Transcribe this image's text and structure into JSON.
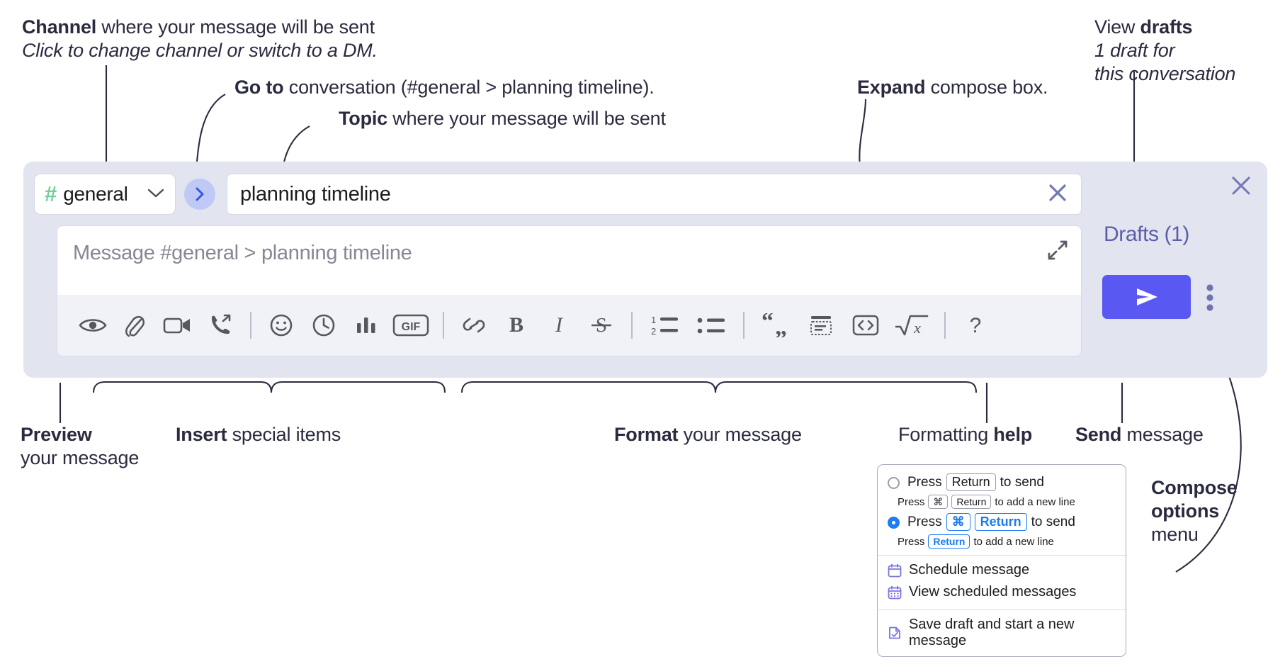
{
  "annotations": {
    "channel": {
      "bold": "Channel",
      "rest": " where your message will be sent",
      "italic": "Click to change channel or switch to a DM."
    },
    "goto": {
      "bold": "Go to",
      "rest": " conversation (#general > planning timeline)."
    },
    "topic": {
      "bold": "Topic",
      "rest": " where your message will be sent"
    },
    "expand": {
      "bold": "Expand",
      "rest": " compose box."
    },
    "drafts": {
      "pre": "View ",
      "bold": "drafts",
      "italic1": "1 draft for",
      "italic2": "this conversation"
    },
    "preview": {
      "bold": "Preview",
      "line2": "your message"
    },
    "insert": {
      "bold": "Insert",
      "rest": " special items"
    },
    "format": {
      "bold": "Format",
      "rest": " your message"
    },
    "help": {
      "pre": "Formatting ",
      "bold": "help"
    },
    "send": {
      "bold": "Send",
      "rest": " message"
    },
    "compose_options": {
      "bold1": "Compose",
      "bold2": "options",
      "line3": "menu"
    }
  },
  "compose": {
    "channel_pill": {
      "hash": "#",
      "name": "general",
      "chevron_icon": "chevron-down-icon"
    },
    "goto_button": {
      "icon": "chevron-right-icon"
    },
    "topic_field": {
      "value": "planning timeline",
      "clear_icon": "close-x-icon"
    },
    "message_input": {
      "placeholder": "Message #general > planning timeline",
      "value": ""
    },
    "expand_icon": "expand-diagonal-icon",
    "toolbar": [
      {
        "name": "preview-icon",
        "label": "Preview"
      },
      {
        "name": "attachment-paperclip-icon",
        "label": "Attach file"
      },
      {
        "name": "video-camera-icon",
        "label": "Video"
      },
      {
        "name": "phone-call-icon",
        "label": "Call"
      },
      {
        "name": "separator-1",
        "label": ""
      },
      {
        "name": "emoji-smiley-icon",
        "label": "Emoji"
      },
      {
        "name": "clock-icon",
        "label": "Reminder"
      },
      {
        "name": "poll-bar-chart-icon",
        "label": "Poll"
      },
      {
        "name": "gif-icon",
        "label": "GIF"
      },
      {
        "name": "separator-2",
        "label": ""
      },
      {
        "name": "link-icon",
        "label": "Link"
      },
      {
        "name": "bold-icon",
        "label": "B"
      },
      {
        "name": "italic-icon",
        "label": "I"
      },
      {
        "name": "strikethrough-icon",
        "label": "S"
      },
      {
        "name": "separator-3",
        "label": ""
      },
      {
        "name": "ordered-list-icon",
        "label": "Numbered list"
      },
      {
        "name": "bulleted-list-icon",
        "label": "Bulleted list"
      },
      {
        "name": "separator-4",
        "label": ""
      },
      {
        "name": "blockquote-icon",
        "label": "Blockquote"
      },
      {
        "name": "code-block-icon",
        "label": "Code block"
      },
      {
        "name": "inline-code-icon",
        "label": "Code"
      },
      {
        "name": "math-sqrt-icon",
        "label": "Math"
      },
      {
        "name": "separator-5",
        "label": ""
      },
      {
        "name": "help-question-icon",
        "label": "?"
      }
    ],
    "drafts_panel": {
      "close_icon": "close-x-icon",
      "drafts_label": "Drafts (1)",
      "send_icon": "send-paper-plane-icon",
      "kebab_icon": "more-vertical-icon"
    }
  },
  "popup": {
    "options": [
      {
        "selected": false,
        "main_pre": "Press",
        "main_key": "Return",
        "main_post": "to send",
        "sub_pre": "Press",
        "sub_key1": "⌘",
        "sub_key2": "Return",
        "sub_post": "to add a new line"
      },
      {
        "selected": true,
        "main_pre": "Press",
        "main_key1": "⌘",
        "main_key2": "Return",
        "main_post": "to send",
        "sub_pre": "Press",
        "sub_key": "Return",
        "sub_post": "to add a new line"
      }
    ],
    "menu": [
      {
        "icon": "calendar-schedule-icon",
        "label": "Schedule message"
      },
      {
        "icon": "calendar-grid-icon",
        "label": "View scheduled messages"
      },
      {
        "icon": "save-draft-check-icon",
        "label": "Save draft and start a new message"
      }
    ]
  },
  "colors": {
    "annotation_text": "#2b2b40",
    "compose_bg": "#e2e4f0",
    "toolbar_bg": "#f1f2f7",
    "accent_send": "#5a58f2",
    "accent_hash_green": "#6fd19a",
    "goto_bubble": "#c0c9f5",
    "drafts_link": "#5b5fa8",
    "radio_blue": "#1c7cf0",
    "menu_icon_purple": "#7a74e0"
  }
}
